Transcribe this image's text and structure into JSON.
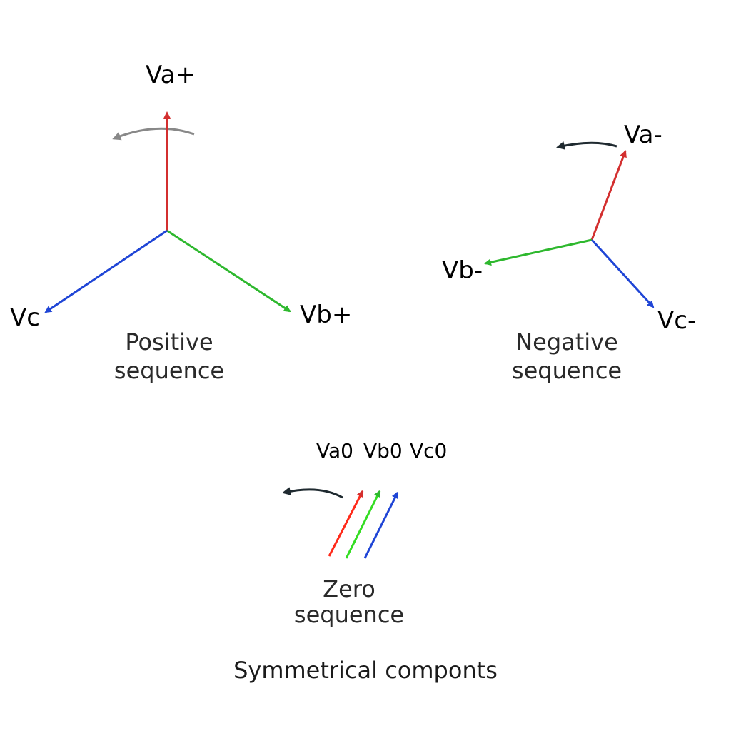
{
  "colors": {
    "phase_a": "#d32f2f",
    "phase_b": "#2eb82e",
    "phase_c": "#1f45d6",
    "rotation_positive": "#888888",
    "rotation_other": "#1f2a30",
    "text": "#1a1a1a"
  },
  "positive": {
    "va": "Va+",
    "vb": "Vb+",
    "vc": "Vc",
    "caption_line1": "Positive",
    "caption_line2": "sequence"
  },
  "negative": {
    "va": "Va-",
    "vb": "Vb-",
    "vc": "Vc-",
    "caption_line1": "Negative",
    "caption_line2": "sequence"
  },
  "zero": {
    "va": "Va0",
    "vb": "Vb0",
    "vc": "Vc0",
    "caption_line1": "Zero",
    "caption_line2": "sequence"
  },
  "title": "Symmetrical componts"
}
